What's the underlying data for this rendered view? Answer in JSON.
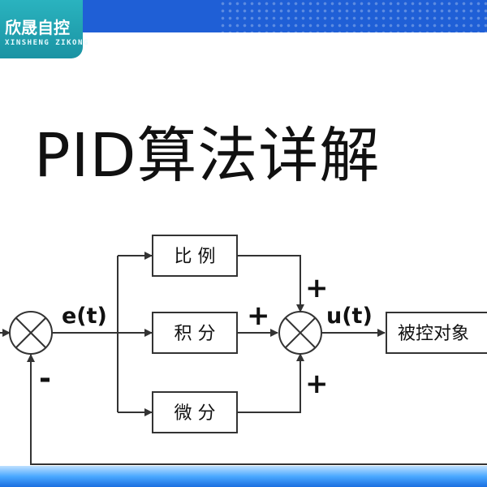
{
  "logo": {
    "cn": "欣晟自控",
    "en": "XINSHENG ZIKONG"
  },
  "title": "PID算法详解",
  "diagram": {
    "error_label": "e(t)",
    "output_label": "u(t)",
    "minus_sign": "-",
    "plus_sign": "+",
    "blocks": {
      "proportional": "比 例",
      "integral": "积 分",
      "derivative": "微 分",
      "plant": "被控对象"
    }
  },
  "colors": {
    "top_bar": "#1f5fd6",
    "logo_bg": "#1a93a3",
    "line": "#333333"
  }
}
